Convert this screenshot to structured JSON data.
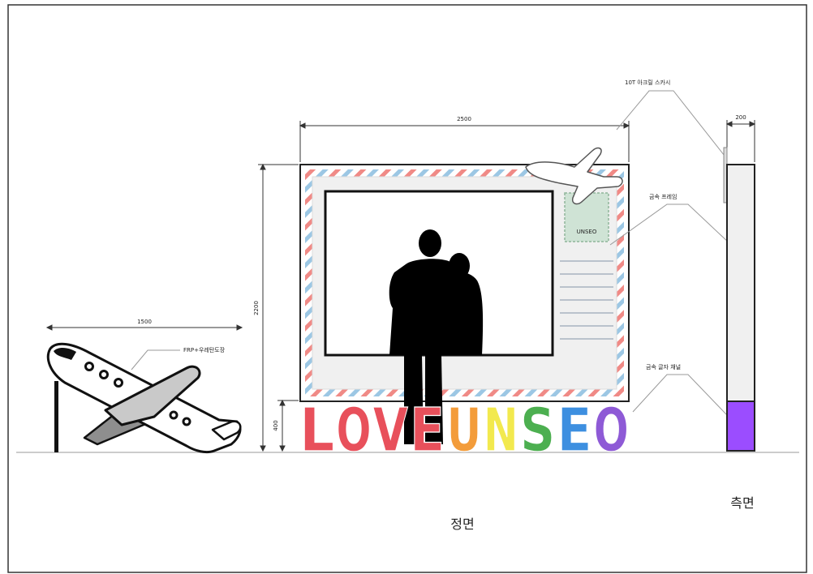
{
  "dimensions": {
    "plane_width": "1500",
    "frame_width": "2500",
    "total_height": "2200",
    "letters_height": "400",
    "side_depth": "200"
  },
  "callouts": {
    "plane_material": "FRP+우레탄도장",
    "acrylic_sticker": "10T 아크릴 스카시",
    "metal_frame": "금속 프레임",
    "metal_channel": "금속 글자 채널"
  },
  "stamp_text": "UNSEO",
  "sign_letters": [
    {
      "char": "L",
      "color": "#e8505b"
    },
    {
      "char": "O",
      "color": "#e8505b"
    },
    {
      "char": "V",
      "color": "#e8505b"
    },
    {
      "char": "E",
      "color": "#e8505b"
    },
    {
      "char": "U",
      "color": "#f39c3a"
    },
    {
      "char": "N",
      "color": "#f2e94e"
    },
    {
      "char": "S",
      "color": "#4caf50"
    },
    {
      "char": "E",
      "color": "#3d8fe0"
    },
    {
      "char": "O",
      "color": "#8e5ad6"
    }
  ],
  "view_labels": {
    "front": "정면",
    "side": "측면"
  },
  "colors": {
    "stripe_red": "#f08a86",
    "stripe_blue": "#9cc7e4",
    "stamp_green": "#cfe3d5",
    "side_bottom_purple": "#9b4dff",
    "plane_gray": "#8e8e8e"
  }
}
